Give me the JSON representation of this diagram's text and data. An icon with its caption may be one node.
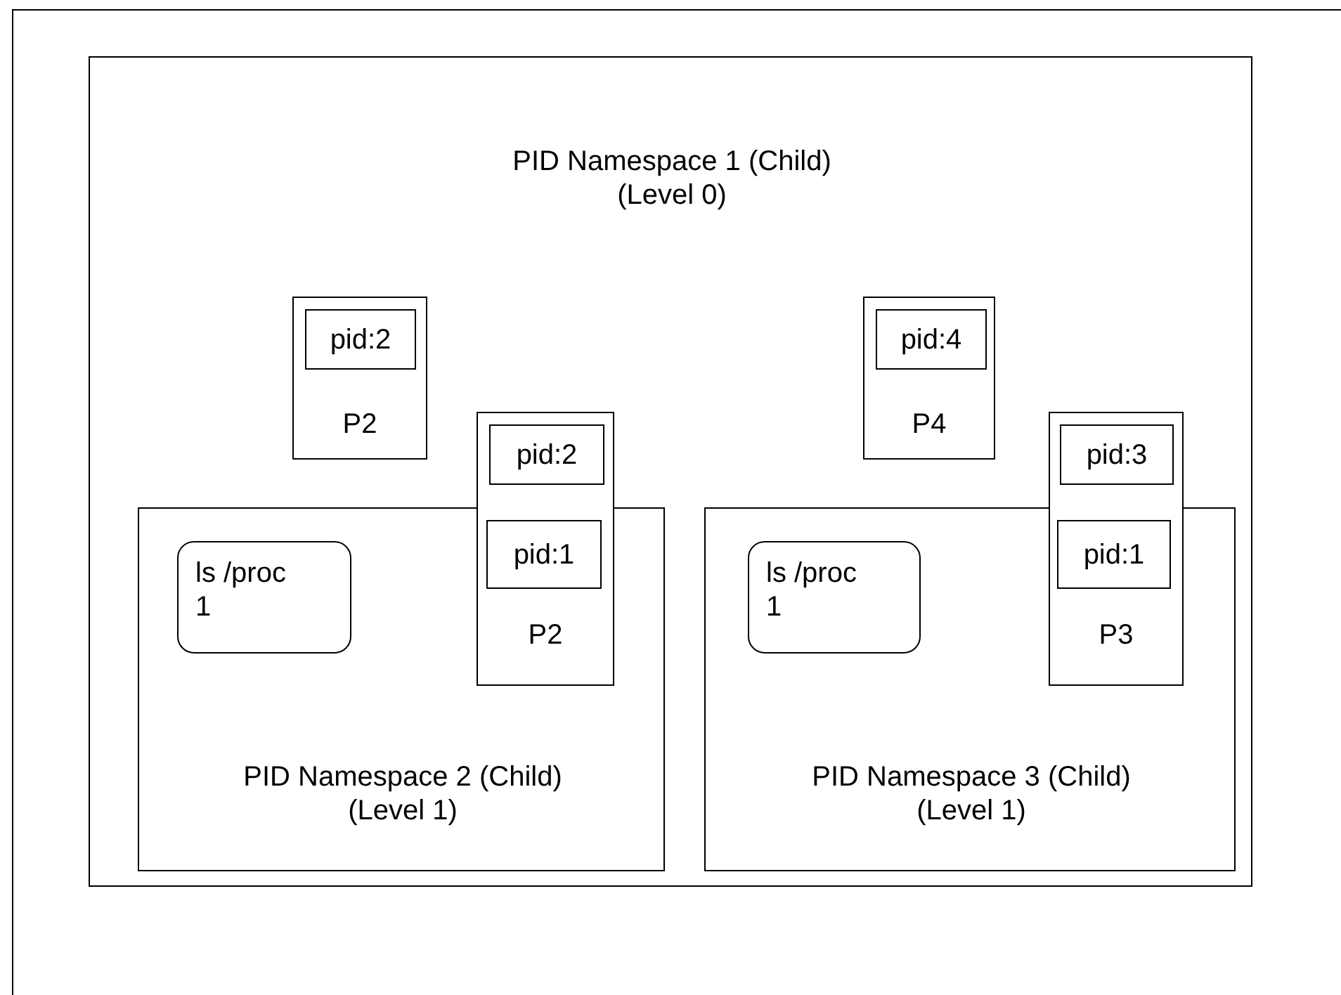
{
  "diagram": {
    "nodes": [
      {
        "text": [
          "PID Namespace 1 (Child) (Level 0)"
        ]
      },
      {
        "text": [
          "P2"
        ],
        "in": 0
      },
      {
        "text": [
          "pid:2"
        ],
        "in": 1
      },
      {
        "text": [
          "PID Namespace 2 (Child) (Level 1)"
        ],
        "in": 0
      },
      {
        "text": [
          "ls /proc 1"
        ],
        "in": 3
      },
      {
        "text": [
          "P2"
        ],
        "in": 0
      },
      {
        "text": [
          "pid:2"
        ],
        "in": 5
      },
      {
        "text": [
          "pid:1"
        ]
      },
      {
        "text": [
          "P4"
        ],
        "in": 0
      },
      {
        "text": [
          "pid:4"
        ],
        "in": 8
      },
      {
        "text": [
          "PID Namespace 3 (Child) (Level 1)"
        ],
        "in": 0
      },
      {
        "text": [
          "ls /proc 1"
        ],
        "in": 10
      },
      {
        "text": [
          "P3"
        ],
        "in": 0
      },
      {
        "text": [
          "pid:3"
        ],
        "in": 12
      },
      {
        "text": [
          "pid:1"
        ]
      }
    ]
  }
}
